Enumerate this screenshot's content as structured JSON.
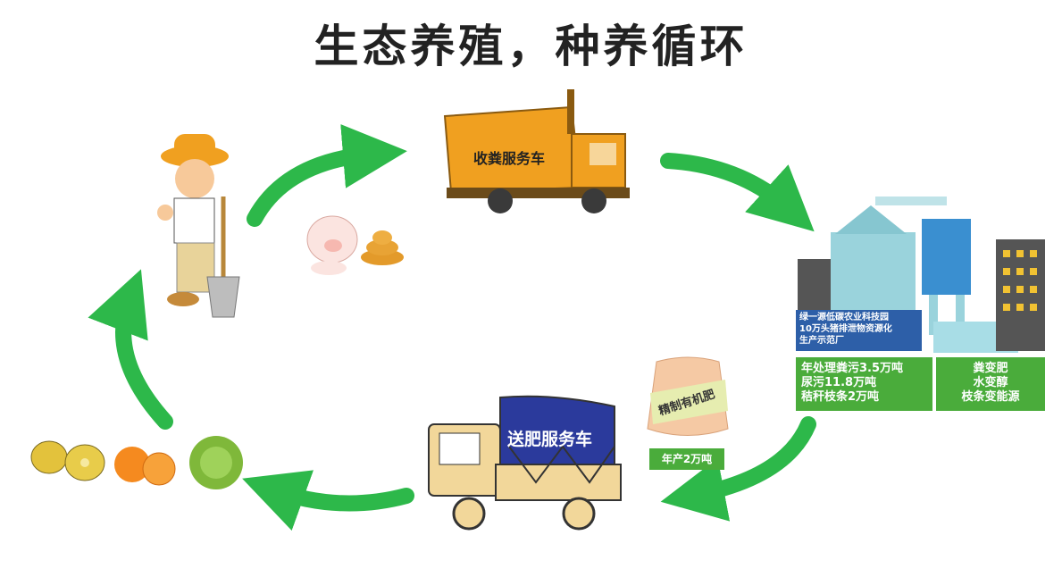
{
  "title": "生态养殖，种养循环",
  "collect_truck": {
    "label": "收粪服务车"
  },
  "deliver_truck": {
    "label": "送肥服务车"
  },
  "factory": {
    "name_lines": [
      "绿一源低碳农业科技园",
      "10万头猪排泄物资源化",
      "生产示范厂"
    ],
    "processing_lines": [
      "年处理粪污3.5万吨",
      "尿污11.8万吨",
      "秸秆枝条2万吨"
    ],
    "conversion_lines": [
      "粪变肥",
      "水变醇",
      "枝条变能源"
    ]
  },
  "fertilizer": {
    "bag_label": "精制有机肥",
    "output": "年产2万吨"
  },
  "colors": {
    "arrow": "#2db84a",
    "label_green": "#4aac3b",
    "label_blue": "#2d5fa8",
    "truck_orange": "#f0a020",
    "truck_tan": "#f2d79a",
    "tarp_blue": "#2b3a9c"
  },
  "icons": [
    "farmer-icon",
    "pig-icon",
    "manure-icon",
    "fruit-kiwi-icon",
    "fruit-orange-icon",
    "fruit-chestnut-icon",
    "factory-icon",
    "fertilizer-bag-icon"
  ]
}
